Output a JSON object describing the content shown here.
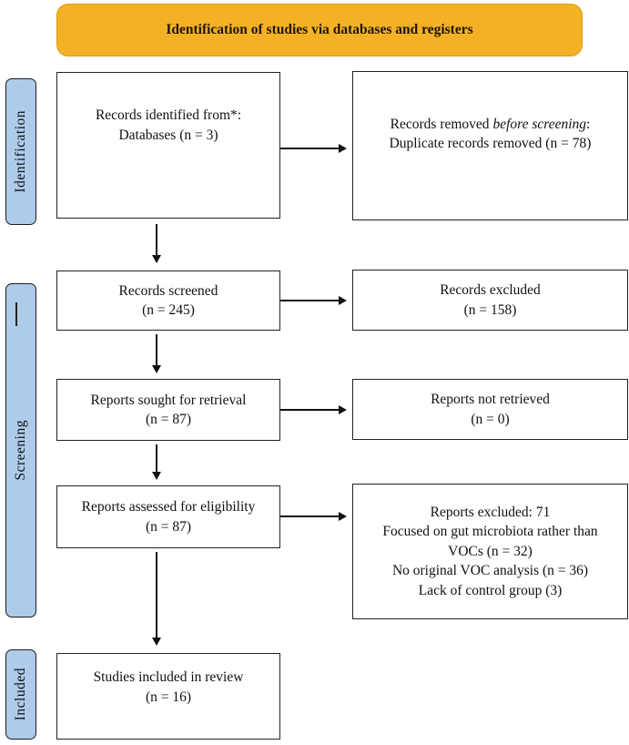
{
  "banner": {
    "label": "Identification of studies via databases and registers"
  },
  "stages": {
    "identification": "Identification",
    "screening": "Screening",
    "included": "Included"
  },
  "boxes": {
    "records_identified": {
      "line1": "Records identified from*:",
      "line2": "Databases (n = 3)"
    },
    "records_removed": {
      "pre": "Records removed ",
      "italic": "before screening",
      "post": ":",
      "line2": "Duplicate records removed (n = 78)"
    },
    "records_screened": {
      "line1": "Records screened",
      "line2": "(n = 245)"
    },
    "records_excluded": {
      "line1": "Records excluded",
      "line2": "(n = 158)"
    },
    "reports_sought": {
      "line1": "Reports sought for retrieval",
      "line2": "(n = 87)"
    },
    "reports_not_retrieved": {
      "line1": "Reports not retrieved",
      "line2": "(n = 0)"
    },
    "reports_assessed": {
      "line1": "Reports assessed for eligibility",
      "line2": "(n = 87)"
    },
    "reports_excluded": {
      "line1": "Reports excluded: 71",
      "line2": "Focused on gut microbiota rather than VOCs (n = 32)",
      "line3": "No original VOC analysis (n = 36)",
      "line4": "Lack of control group (3)"
    },
    "studies_included": {
      "line1": "Studies included in review",
      "line2": "(n = 16)"
    }
  },
  "colors": {
    "banner_bg": "#F4B125",
    "stage_bg": "#AECBEA",
    "box_border": "#222222",
    "arrow": "#111111"
  }
}
